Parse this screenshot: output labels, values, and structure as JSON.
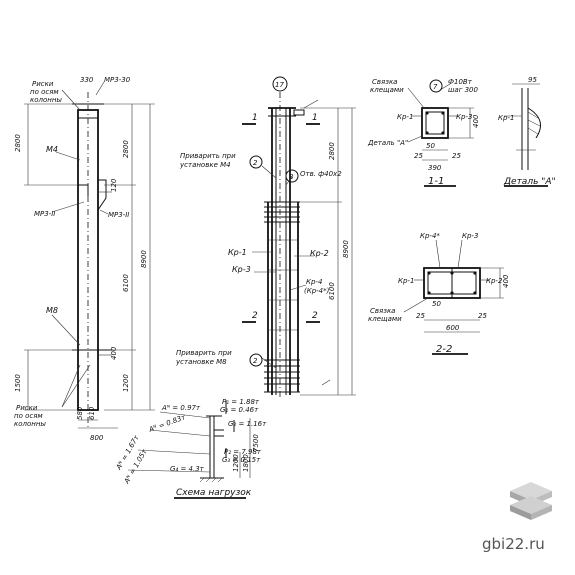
{
  "labels": {
    "riski_top": [
      "Риски",
      "по осям",
      "колонны"
    ],
    "mp3_30": "МР3-30",
    "d_330": "330",
    "m4": "М4",
    "mp3_11a": "МР3-II",
    "mp3_11b": "МР3-II",
    "m8": "М8",
    "riski_bottom": [
      "Риски",
      "по осям",
      "колонны"
    ],
    "privarit_top": [
      "Приварить при",
      "установке М4"
    ],
    "privarit_bottom": [
      "Приварить при",
      "установке М8"
    ],
    "otv": "Отв. ф40х2",
    "kr1": "Кр-1",
    "kr3": "Кр-3",
    "kr2": "Кр-2",
    "kr4": "Кр-4",
    "kr4b": "(Кр-4*)",
    "svyazka_top": [
      "Связка",
      "клещами"
    ],
    "shag": [
      "Ф10Вт",
      "шаг 300"
    ],
    "detal_a_lbl": "Деталь \"А\"",
    "detal_a_title": "Деталь \"А\"",
    "sec11": "1-1",
    "sec22": "2-2",
    "kr4s": "Кр-4*",
    "kr3s": "Кр-3",
    "kr1s": "Кр-1",
    "kr2s": "Кр-2",
    "svyazka_bottom": [
      "Связка",
      "клещами"
    ],
    "schema": "Схема нагрузок",
    "num1": "1",
    "num2": "2",
    "circ17": "17",
    "circ7": "7",
    "circ2": "2",
    "circ8": "8",
    "loads": {
      "p1": "P₁ = 1.88т",
      "g1": "G₁ = 0.46т",
      "g2": "G₂ = 1.16т",
      "p2": "P₂ = 7.98т",
      "g3": "G₃ = 0.15т",
      "g4": "G₄ = 4.3т",
      "a1": "Aᴺ = 0.97т",
      "a2": "Aᴺ = 0.83т",
      "a3": "Aᴺ = 1.67т",
      "a4": "Aᴺ = 1.05т"
    }
  },
  "dims": {
    "d2800a": "2800",
    "d2800b": "2800",
    "d8900": "8900",
    "d6100": "6100",
    "d1500": "1500",
    "d1200": "1200",
    "d580": "580",
    "d610": "610",
    "d800": "800",
    "d120": "120",
    "d400": "400",
    "d2800c": "2800",
    "d8900b": "8900",
    "d6100b": "6100",
    "d95": "95",
    "d400b": "400",
    "d25a": "25",
    "d390": "390",
    "d50": "50",
    "d25b": "25",
    "d400c": "400",
    "d600": "600",
    "d25c": "25",
    "d50b": "50",
    "d1200b": "1200",
    "d1800": "1800",
    "d7500": "7500"
  },
  "watermark": "gbi22.ru"
}
